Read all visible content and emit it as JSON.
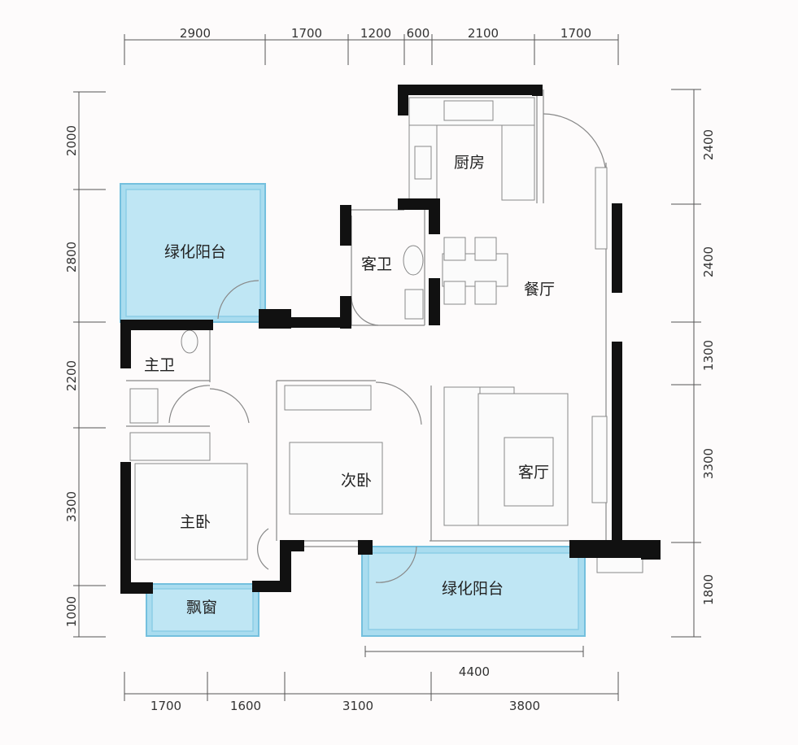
{
  "dimensions": {
    "top": [
      "2900",
      "1700",
      "1200",
      "600",
      "2100",
      "1700"
    ],
    "bottom_inner": [
      "4400"
    ],
    "bottom": [
      "1700",
      "1600",
      "3100",
      "3800"
    ],
    "left": [
      "2000",
      "2800",
      "2200",
      "3300",
      "1000"
    ],
    "right": [
      "2400",
      "2400",
      "1300",
      "3300",
      "1800"
    ]
  },
  "rooms": {
    "kitchen": "厨房",
    "guest_bath": "客卫",
    "dining": "餐厅",
    "balcony_top": "绿化阳台",
    "master_bath": "主卫",
    "second_bedroom": "次卧",
    "living": "客厅",
    "master_bedroom": "主卧",
    "bay_window": "飘窗",
    "balcony_bottom": "绿化阳台"
  },
  "colors": {
    "balcony": "#a9dcef",
    "wall": "#111111"
  }
}
